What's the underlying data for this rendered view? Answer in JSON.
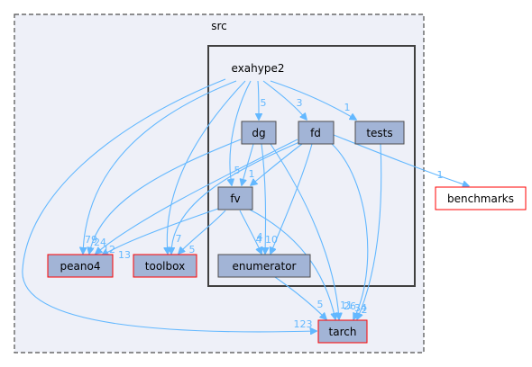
{
  "colors": {
    "edge": "#63b8ff",
    "src_cluster_fill": "#eef0f8",
    "src_cluster_border": "#4d4d4d",
    "exahype2_cluster_border": "#404040",
    "node_fill": "#a2b4d6",
    "node_border": "#4d4d4d",
    "external_node_border": "#ff0000",
    "benchmarks_fill": "#ffffff"
  },
  "clusters": {
    "src": "src",
    "exahype2": "exahype2"
  },
  "nodes": {
    "dg": "dg",
    "fd": "fd",
    "tests": "tests",
    "fv": "fv",
    "enumerator": "enumerator",
    "benchmarks": "benchmarks",
    "peano4": "peano4",
    "toolbox": "toolbox",
    "tarch": "tarch"
  },
  "edges": [
    {
      "from": "exahype2",
      "to": "dg",
      "label": "5"
    },
    {
      "from": "exahype2",
      "to": "fd",
      "label": "3"
    },
    {
      "from": "exahype2",
      "to": "tests",
      "label": "1"
    },
    {
      "from": "exahype2",
      "to": "fv",
      "label": ""
    },
    {
      "from": "exahype2",
      "to": "peano4",
      "label": "79"
    },
    {
      "from": "exahype2",
      "to": "toolbox",
      "label": "7"
    },
    {
      "from": "exahype2",
      "to": "tarch",
      "label": "123"
    },
    {
      "from": "dg",
      "to": "fv",
      "label": "5"
    },
    {
      "from": "dg",
      "to": "enumerator",
      "label": "10"
    },
    {
      "from": "dg",
      "to": "peano4",
      "label": "24"
    },
    {
      "from": "dg",
      "to": "tarch",
      "label": "26"
    },
    {
      "from": "fd",
      "to": "fv",
      "label": "1"
    },
    {
      "from": "fd",
      "to": "enumerator",
      "label": "4"
    },
    {
      "from": "fd",
      "to": "peano4",
      "label": "12"
    },
    {
      "from": "fd",
      "to": "toolbox",
      "label": ""
    },
    {
      "from": "fd",
      "to": "tarch",
      "label": "34"
    },
    {
      "from": "fd",
      "to": "benchmarks",
      "label": "1"
    },
    {
      "from": "tests",
      "to": "tarch",
      "label": "2"
    },
    {
      "from": "fv",
      "to": "enumerator",
      "label": "4"
    },
    {
      "from": "fv",
      "to": "peano4",
      "label": "13"
    },
    {
      "from": "fv",
      "to": "toolbox",
      "label": "5"
    },
    {
      "from": "fv",
      "to": "tarch",
      "label": "11"
    },
    {
      "from": "enumerator",
      "to": "tarch",
      "label": "5"
    }
  ]
}
